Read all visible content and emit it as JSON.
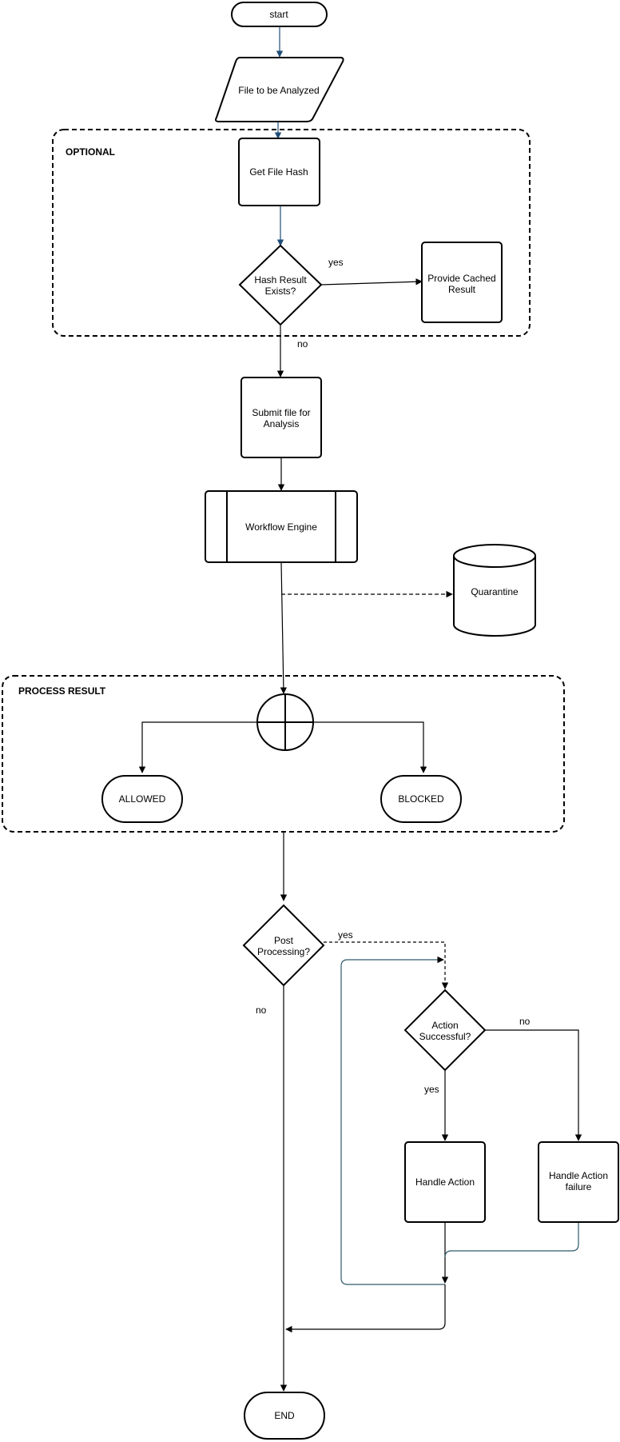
{
  "colors": {
    "stroke": "#000000",
    "accent_arrow": "#1f4e79",
    "teal_line": "#2e5a6b",
    "background": "#ffffff"
  },
  "groups": {
    "optional": {
      "label": "OPTIONAL"
    },
    "process_result": {
      "label": "PROCESS RESULT"
    }
  },
  "nodes": {
    "start": {
      "label": "start"
    },
    "file_input": {
      "label": "File to be Analyzed"
    },
    "get_hash": {
      "label": "Get File Hash"
    },
    "hash_exists": {
      "line1": "Hash Result",
      "line2": "Exists?"
    },
    "cached": {
      "line1": "Provide Cached",
      "line2": "Result"
    },
    "submit": {
      "line1": "Submit file for",
      "line2": "Analysis"
    },
    "workflow": {
      "label": "Workflow Engine"
    },
    "quarantine": {
      "label": "Quarantine"
    },
    "allowed": {
      "label": "ALLOWED"
    },
    "blocked": {
      "label": "BLOCKED"
    },
    "post_processing": {
      "line1": "Post",
      "line2": "Processing?"
    },
    "action_success": {
      "line1": "Action",
      "line2": "Successful?"
    },
    "handle_action": {
      "label": "Handle Action"
    },
    "handle_failure": {
      "line1": "Handle Action",
      "line2": "failure"
    },
    "end": {
      "label": "END"
    }
  },
  "edges": {
    "hash_yes": "yes",
    "hash_no": "no",
    "post_yes": "yes",
    "post_no": "no",
    "action_yes": "yes",
    "action_no": "no"
  }
}
